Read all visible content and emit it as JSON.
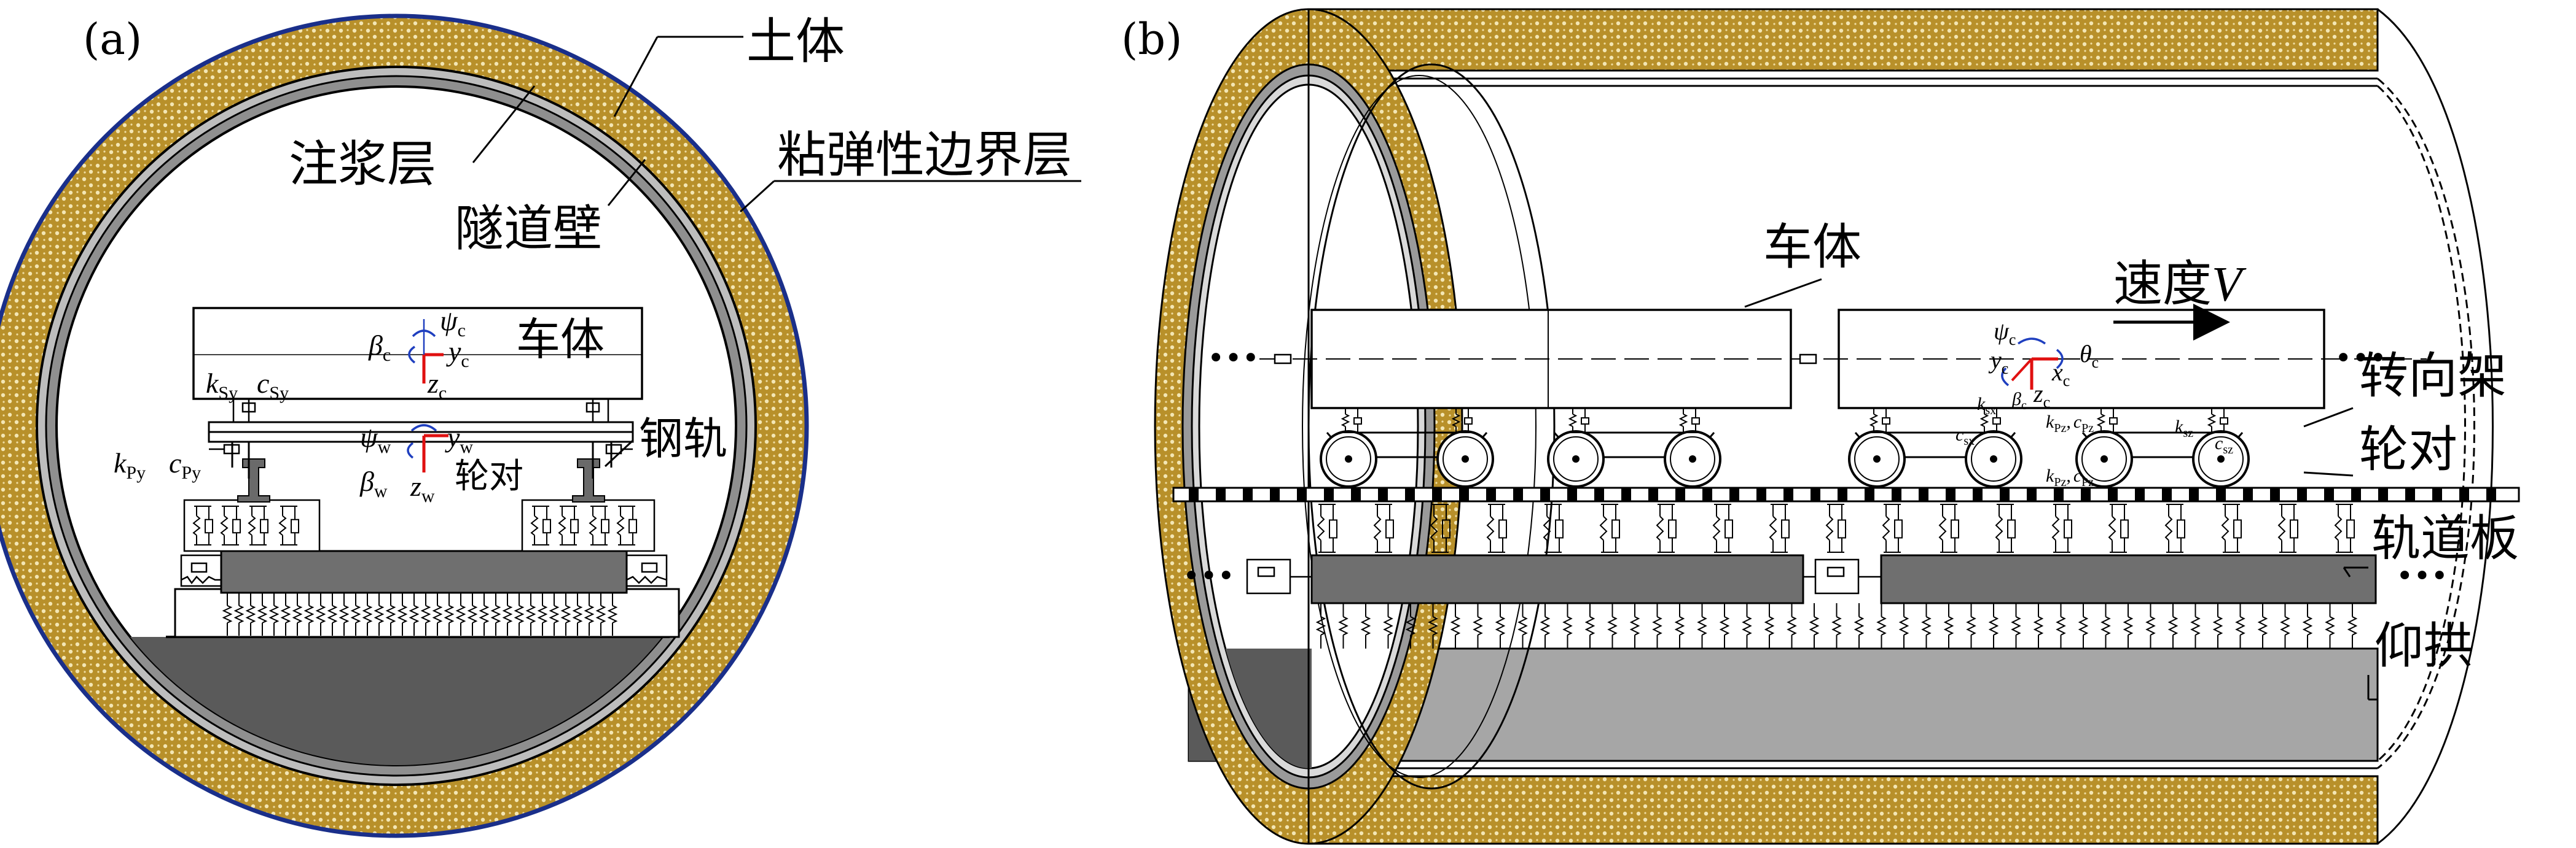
{
  "panel_a": {
    "tag": "(a)",
    "labels": {
      "soil": "土体",
      "grout_layer": "注浆层",
      "tunnel_wall": "隧道壁",
      "viscoelastic_boundary": "粘弹性边界层",
      "car_body": "车体",
      "rail": "钢轨",
      "wheelset": "轮对"
    },
    "symbols": {
      "beta_c": "β",
      "beta_c_sub": "c",
      "psi_c": "ψ",
      "psi_c_sub": "c",
      "y_c": "y",
      "y_c_sub": "c",
      "z_c": "z",
      "z_c_sub": "c",
      "k_sy": "k",
      "k_sy_sub": "Sy",
      "c_sy": "c",
      "c_sy_sub": "Sy",
      "k_py": "k",
      "k_py_sub": "Py",
      "c_py": "c",
      "c_py_sub": "Py",
      "psi_w": "ψ",
      "psi_w_sub": "w",
      "y_w": "y",
      "y_w_sub": "w",
      "beta_w": "β",
      "beta_w_sub": "w",
      "z_w": "z",
      "z_w_sub": "w"
    }
  },
  "panel_b": {
    "tag": "(b)",
    "labels": {
      "car_body": "车体",
      "speed": "速度",
      "speed_symbol": "V",
      "bogie": "转向架",
      "wheelset": "轮对",
      "track_slab": "轨道板",
      "invert": "仰拱",
      "ellipsis": "•••"
    },
    "symbols": {
      "psi_c": "ψ",
      "psi_c_sub": "c",
      "theta_c": "θ",
      "theta_c_sub": "c",
      "y_c": "y",
      "y_c_sub": "c",
      "x_c": "x",
      "x_c_sub": "c",
      "z_c": "z",
      "z_c_sub": "c",
      "beta_c": "β",
      "beta_c_sub": "c",
      "k_sx": "k",
      "k_sx_sub": "sx",
      "c_sx": "c",
      "c_sx_sub": "sx",
      "k_sz": "k",
      "k_sz_sub": "sz",
      "c_sz": "c",
      "c_sz_sub": "sz",
      "k_pz": "k",
      "k_pz_sub": "Pz",
      "c_pz": "c",
      "c_pz_sub": "Pz",
      "comma": ","
    }
  },
  "colors": {
    "soil_fill": "#b8902a",
    "soil_dot": "#f3e6b4",
    "wall_gray": "#9a9a9a",
    "slab_gray": "#6f6f6f",
    "invert_gray": "#a6a6a6",
    "base_dark": "#5a5a5a",
    "blue_arc": "#1f3fbf",
    "red_axis": "#e01010",
    "boundary_blue": "#1a2f8a"
  }
}
